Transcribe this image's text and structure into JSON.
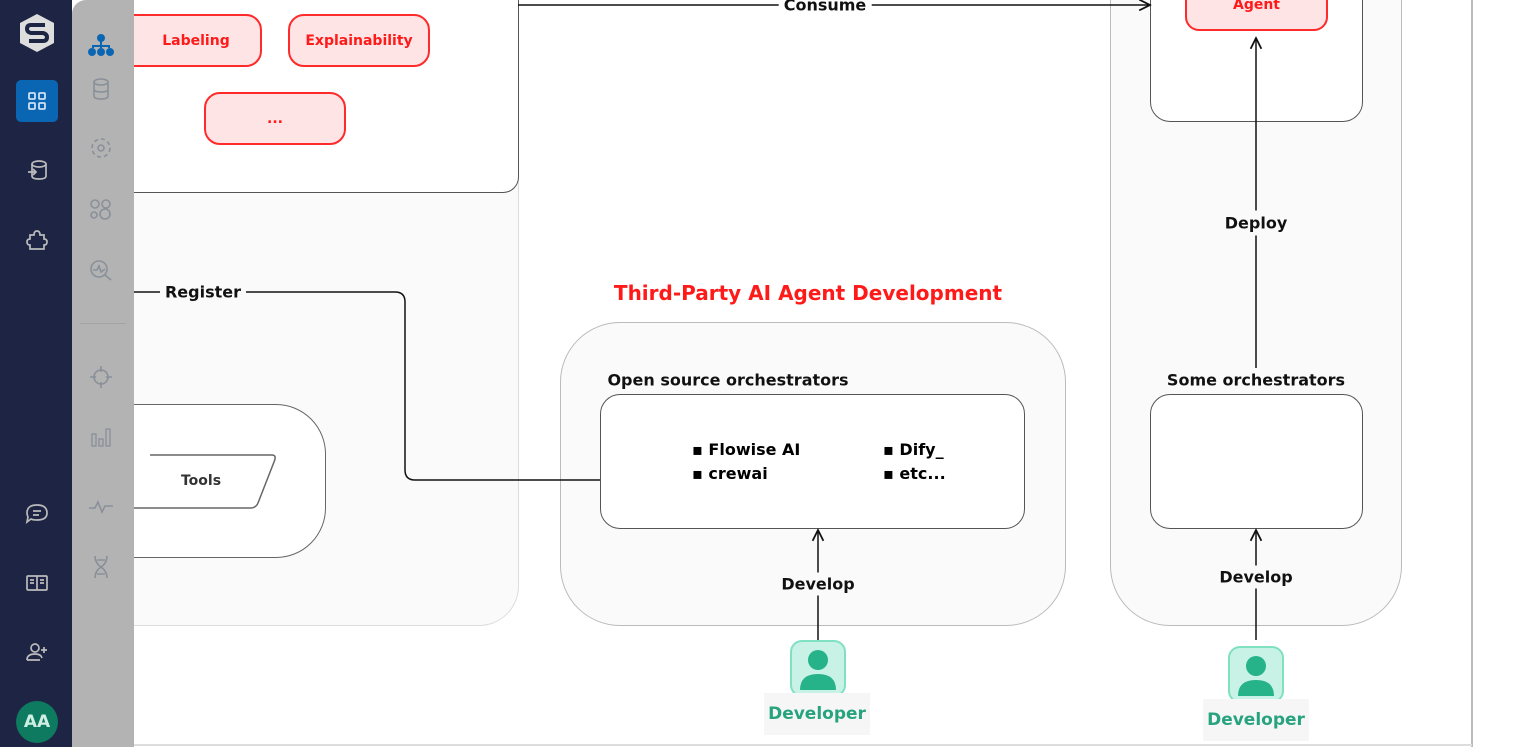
{
  "diagram": {
    "left_section": {
      "chips": [
        "Labeling",
        "Explainability",
        "..."
      ],
      "tools_label": "Tools",
      "register_label": "Register",
      "consume_label": "Consume"
    },
    "third_party": {
      "title": "Third-Party AI Agent Development",
      "box_title": "Open source orchestrators",
      "items_col1": [
        "Flowise AI",
        "crewai"
      ],
      "items_col2": [
        "Dify_",
        "etc..."
      ],
      "develop_label": "Develop",
      "actor_label": "Developer"
    },
    "right_section": {
      "agent_label": "Agent",
      "deploy_label": "Deploy",
      "box_title": "Some orchestrators",
      "develop_label": "Develop",
      "actor_label": "Developer"
    },
    "colors": {
      "accent_red": "#ff1a1a",
      "developer_green": "#27a37f",
      "sidebar": "#1e2444",
      "active": "#0a66b3"
    }
  },
  "sidebar": {
    "logo": "s-hexagon-logo",
    "items": [
      "dashboard-grid-icon",
      "database-import-icon",
      "puzzle-icon",
      "chat-icon",
      "book-icon",
      "add-user-icon"
    ],
    "avatar": "AA"
  },
  "subsidebar": {
    "items": [
      "hierarchy-icon",
      "database-icon",
      "eye-scan-icon",
      "circles-icon",
      "search-chart-icon",
      "crosshair-icon",
      "bar-chart-icon",
      "pulse-icon",
      "dna-icon"
    ]
  }
}
